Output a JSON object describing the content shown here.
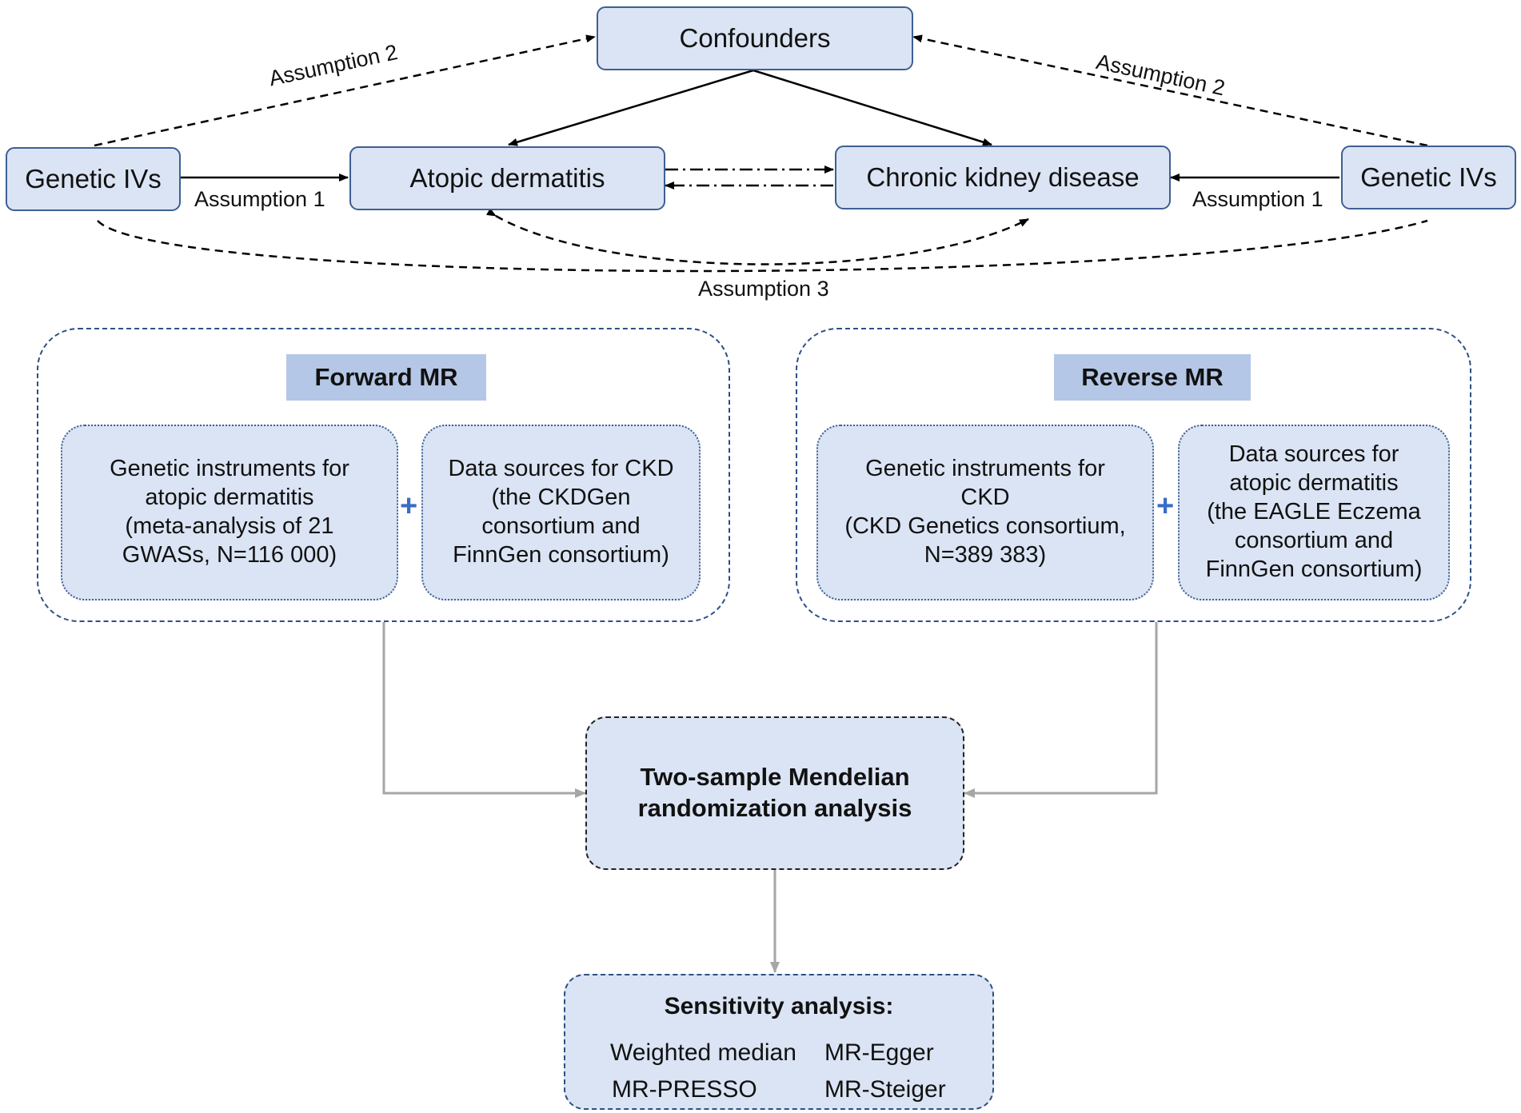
{
  "nodes": {
    "confounders": "Confounders",
    "genetic_ivs_left": "Genetic IVs",
    "atopic_dermatitis": "Atopic dermatitis",
    "ckd": "Chronic kidney disease",
    "genetic_ivs_right": "Genetic IVs"
  },
  "edge_labels": {
    "assumption2_left": "Assumption 2",
    "assumption2_right": "Assumption 2",
    "assumption1_left": "Assumption 1",
    "assumption1_right": "Assumption 1",
    "assumption3": "Assumption 3"
  },
  "forward": {
    "title": "Forward MR",
    "instruments": [
      "Genetic instruments for",
      "atopic dermatitis",
      "(meta-analysis of 21",
      "GWASs, N=116 000)"
    ],
    "sources": [
      "Data sources for CKD",
      "(the CKDGen",
      "consortium and",
      "FinnGen consortium)"
    ]
  },
  "reverse": {
    "title": "Reverse MR",
    "instruments": [
      "Genetic instruments for",
      "CKD",
      "(CKD Genetics consortium,",
      "N=389 383)"
    ],
    "sources": [
      "Data sources for",
      "atopic dermatitis",
      "(the EAGLE Eczema",
      "consortium and",
      "FinnGen consortium)"
    ]
  },
  "plus_symbol": "+",
  "analysis": [
    "Two-sample Mendelian",
    "randomization analysis"
  ],
  "sensitivity": {
    "title": "Sensitivity analysis:",
    "methods": [
      "Weighted median",
      "MR-Egger",
      "MR-PRESSO",
      "MR-Steiger"
    ]
  },
  "colors": {
    "box_fill": "#dbe4f4",
    "box_border": "#3e5f93",
    "panel_title_fill": "#b5c7e6",
    "plus": "#3a6cc4",
    "flow_arrow": "#a6a6a6"
  }
}
